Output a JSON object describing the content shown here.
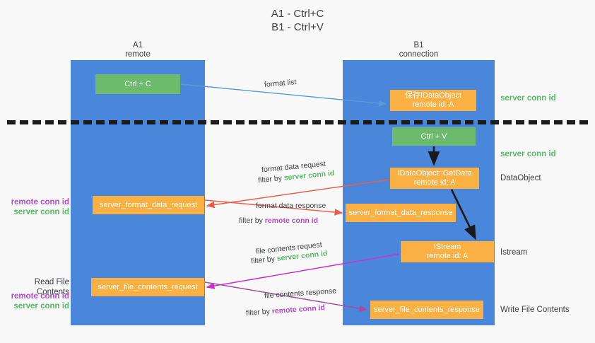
{
  "title": "A1 - Ctrl+C\nB1 - Ctrl+V",
  "columns": [
    {
      "name": "A1",
      "sub": "remote"
    },
    {
      "name": "B1",
      "sub": "connection"
    }
  ],
  "nodes": {
    "ctrl_c": "Ctrl + C",
    "save_idataobject": "保存IDataObject\nremote id: A",
    "ctrl_v": "Ctrl + V",
    "getdata": "IDataObject::GetData\nremote id: A",
    "istream": "IStream\nremote id: A",
    "server_format_data_request": "server_format_data_request",
    "server_format_data_response": "server_format_data_response",
    "server_file_contents_request": "server_file_contents_request",
    "server_file_contents_response": "server_file_contents_response"
  },
  "right_labels": {
    "server_conn_id_1": "server conn id",
    "server_conn_id_2": "server conn id",
    "dataobject": "DataObject",
    "istream": "Istream",
    "write_file_contents": "Write File Contents"
  },
  "left_labels": {
    "remote_conn_id_1": "remote conn id",
    "server_conn_id_1": "server conn id",
    "read_file_contents": "Read File Contents",
    "remote_conn_id_2": "remote conn id",
    "server_conn_id_2": "server conn id"
  },
  "annotations": {
    "format_list": "format list",
    "format_data_request": "format data request",
    "filter_by": "filter by ",
    "filter_server_conn_id": "server conn id",
    "filter_remote_conn_id": "remote conn id",
    "format_data_response": "format data response",
    "file_contents_request": "file contents request",
    "file_contents_response": "file contents response"
  },
  "colors": {
    "lane": "#4a86d9",
    "green_node": "#6cbb6c",
    "orange_node": "#fbb044",
    "server_conn_id": "#57bb63",
    "remote_conn_id": "#b24bd1",
    "arrow_blue": "#5b9bd5",
    "arrow_red": "#e8604c",
    "arrow_magenta": "#cc33cc",
    "arrow_purple": "#a64ca6",
    "arrow_black": "#1a1a1a",
    "background": "#f9f9f9"
  }
}
